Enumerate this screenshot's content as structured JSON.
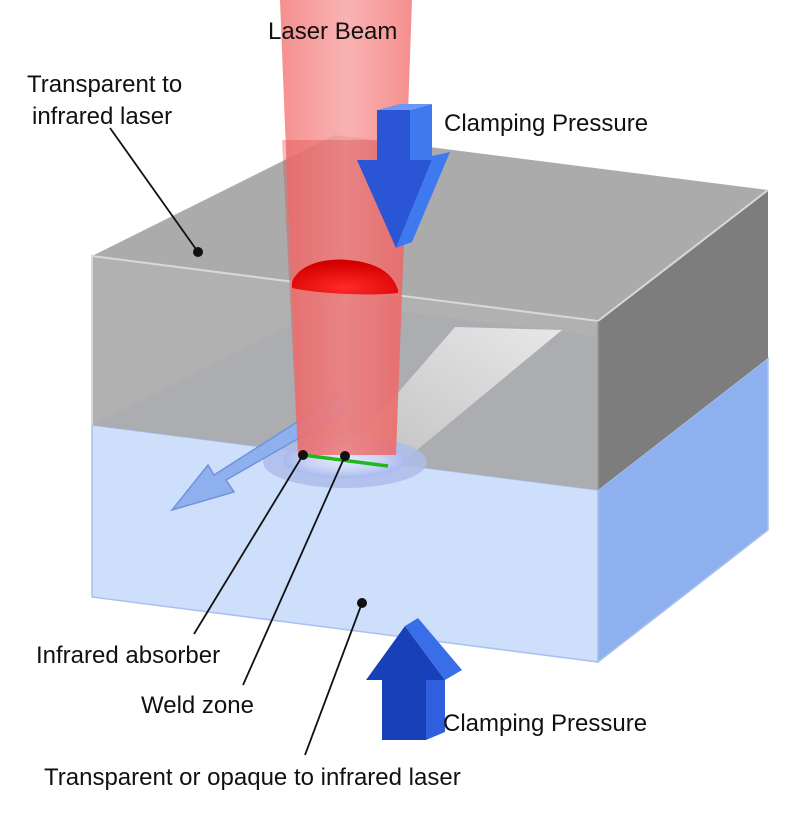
{
  "labels": {
    "laser_beam": "Laser Beam",
    "transparent_line1": "Transparent to",
    "transparent_line2": "infrared laser",
    "clamping_top": "Clamping Pressure",
    "clamping_bottom": "Clamping Pressure",
    "infrared_absorber": "Infrared absorber",
    "weld_zone": "Weld zone",
    "transparent_or_opaque": "Transparent or opaque to infrared laser"
  },
  "colors": {
    "laser": "#f26d6d",
    "top_part": "#a9a9a9",
    "bottom_part": "#cfe0fb",
    "clamp_arrow": "#1f4fd1",
    "weld_line": "#1fb81f",
    "motion_arrow": "#8fb0ee"
  }
}
